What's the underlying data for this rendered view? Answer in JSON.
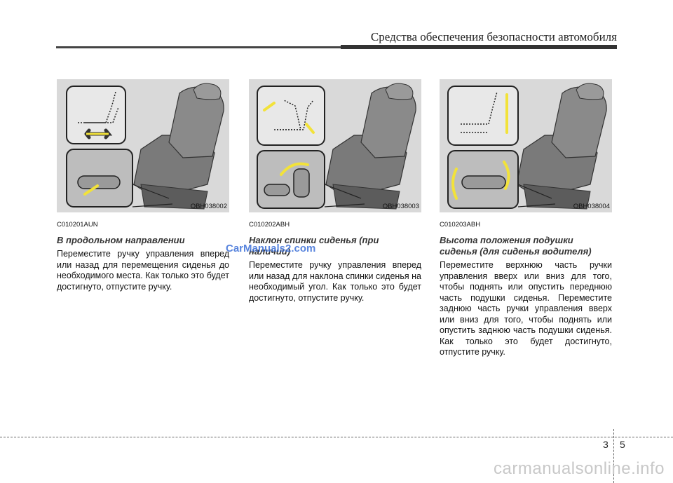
{
  "header": {
    "title": "Средства обеспечения безопасности автомобиля"
  },
  "sections": [
    {
      "figure_code": "OBH038002",
      "doc_code": "C010201AUN",
      "title": "В продольном направлении",
      "body": "Переместите ручку управления вперед или назад для перемещения сиденья до необходимого места. Как только это будет достигнуто, отпустите ручку."
    },
    {
      "figure_code": "OBH038003",
      "doc_code": "C010202ABH",
      "title": "Наклон спинки сиденья (при наличии)",
      "body": "Переместите ручку управления вперед или назад для наклона спинки сиденья на необходимый угол. Как только это будет достигнуто, отпустите ручку."
    },
    {
      "figure_code": "OBH038004",
      "doc_code": "C010203ABH",
      "title": "Высота положения подушки сиденья (для сиденья водителя)",
      "body": "Переместите верхнюю часть ручки управления вверх или вниз для того, чтобы поднять или опустить переднюю часть подушки сиденья. Переместите заднюю часть ручки управления вверх или вниз для того, чтобы поднять или опустить заднюю часть подушки сиденья. Как только это будет достигнуто, отпустите ручку."
    }
  ],
  "watermark_mid": "CarManuals2.com",
  "footer": {
    "chapter": "3",
    "page": "5",
    "watermark": "carmanualsonline.info"
  },
  "colors": {
    "arrow": "#f2e23a",
    "seat": "#6e6e6e",
    "panel": "#d9d9d9"
  }
}
